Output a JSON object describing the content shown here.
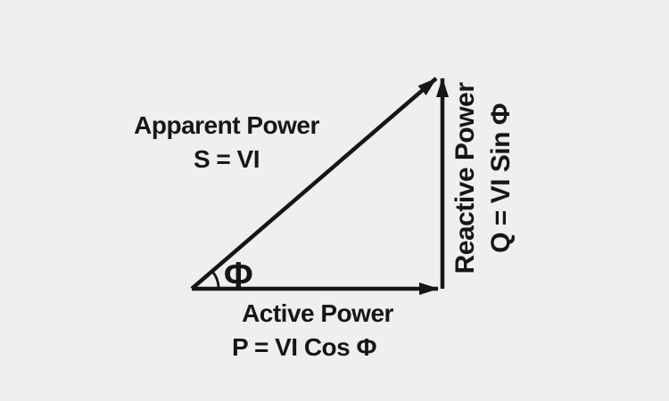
{
  "colors": {
    "background": "#efefee",
    "ink": "#161616"
  },
  "diagram": {
    "type": "power-triangle",
    "apparent_power": {
      "label": "Apparent Power",
      "formula": "S = VI"
    },
    "active_power": {
      "label": "Active Power",
      "formula": "P = VI Cos Φ"
    },
    "reactive_power": {
      "label": "Reactive Power",
      "formula": "Q = VI Sin Φ"
    },
    "phase_angle": {
      "symbol": "Φ"
    }
  }
}
